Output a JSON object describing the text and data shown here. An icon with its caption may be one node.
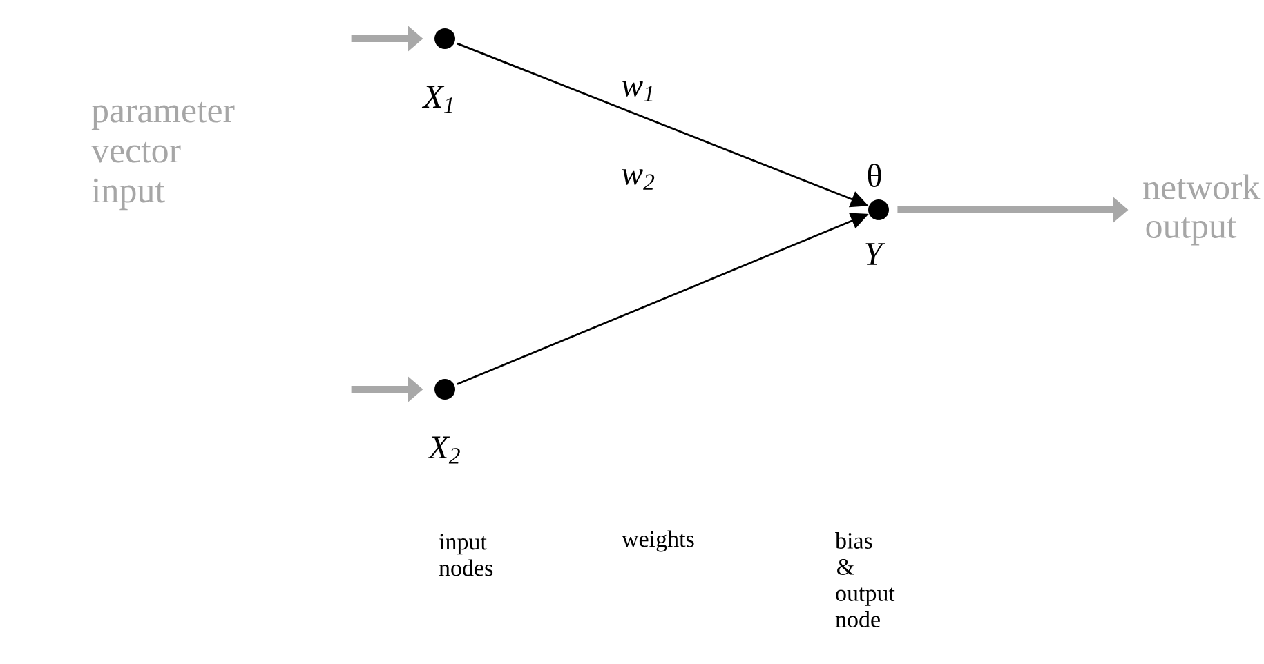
{
  "diagram": {
    "nodes": [
      {
        "text": [],
        "shape": "circle",
        "beside": [
          "X$_{1}$"
        ]
      },
      {
        "text": [],
        "shape": "circle",
        "beside": [
          "X$_{2}$"
        ]
      },
      {
        "text": [],
        "shape": "circle",
        "beside": [
          "θ",
          "Y"
        ]
      },
      {
        "text": [
          "network output"
        ]
      }
    ],
    "edges": [
      {
        "from": null,
        "to": 0,
        "arrow": "to"
      },
      {
        "from": null,
        "to": 1,
        "arrow": "to"
      },
      {
        "from": 0,
        "to": 2,
        "arrow": "to",
        "label": "w$_{1}$",
        "color": "#000000"
      },
      {
        "from": 1,
        "to": 2,
        "arrow": "to",
        "label": "w$_{2}$",
        "color": "#000000"
      },
      {
        "from": 2,
        "to": 3,
        "arrow": "to"
      }
    ],
    "labels": [
      "parameter vector input",
      "input nodes",
      "weights",
      "bias & output node"
    ]
  }
}
